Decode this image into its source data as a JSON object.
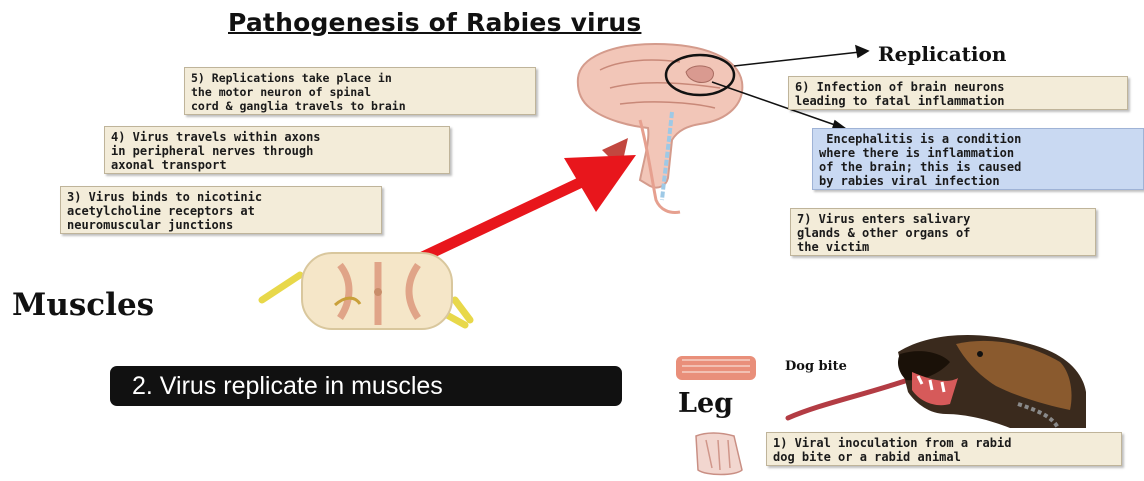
{
  "title": "Pathogenesis of Rabies virus",
  "labels": {
    "replication": "Replication",
    "muscles": "Muscles",
    "leg": "Leg",
    "dog_bite": "Dog bite"
  },
  "steps": {
    "step1": "1) Viral inoculation from a rabid\ndog bite or a rabid animal",
    "step2": "2. Virus replicate in muscles",
    "step3": "3) Virus binds to nicotinic\nacetylcholine receptors at\nneuromuscular junctions",
    "step4": "4) Virus travels within axons\nin peripheral nerves through\naxonal transport",
    "step5": "5) Replications take place in\nthe motor neuron of spinal\ncord & ganglia travels to brain",
    "step6": "6) Infection of brain neurons\nleading to fatal inflammation",
    "step7": "7) Virus enters salivary\nglands & other organs of\nthe victim"
  },
  "encephalitis_note": " Encephalitis is a condition\nwhere there is inflammation\nof the brain; this is caused\nby rabies viral infection",
  "colors": {
    "box_fill": "#f3ecd9",
    "note_fill": "#c9d9f2",
    "arrow": "#e8161c",
    "pill": "#111111"
  },
  "icons": [
    "brain-spinal-cord-illustration",
    "spinal-cord-cross-section-illustration",
    "dog-head-illustration",
    "muscle-tissue-illustration",
    "leg-muscle-illustration"
  ]
}
